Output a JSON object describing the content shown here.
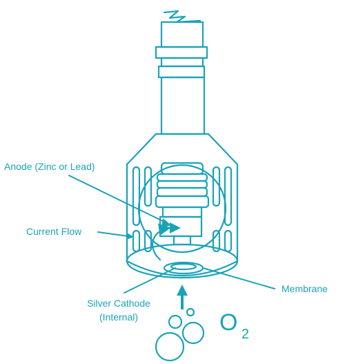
{
  "labels": {
    "anode": "Anode (Zinc or Lead)",
    "current_flow": "Current Flow",
    "membrane": "Membrane",
    "cathode_line1": "Silver Cathode",
    "cathode_line2": "(Internal)"
  },
  "symbols": {
    "oxygen_letter": "O",
    "oxygen_subscript": "2"
  },
  "colors": {
    "stroke": "#1aa3b8",
    "text": "#1aa3b8",
    "background": "#ffffff"
  }
}
